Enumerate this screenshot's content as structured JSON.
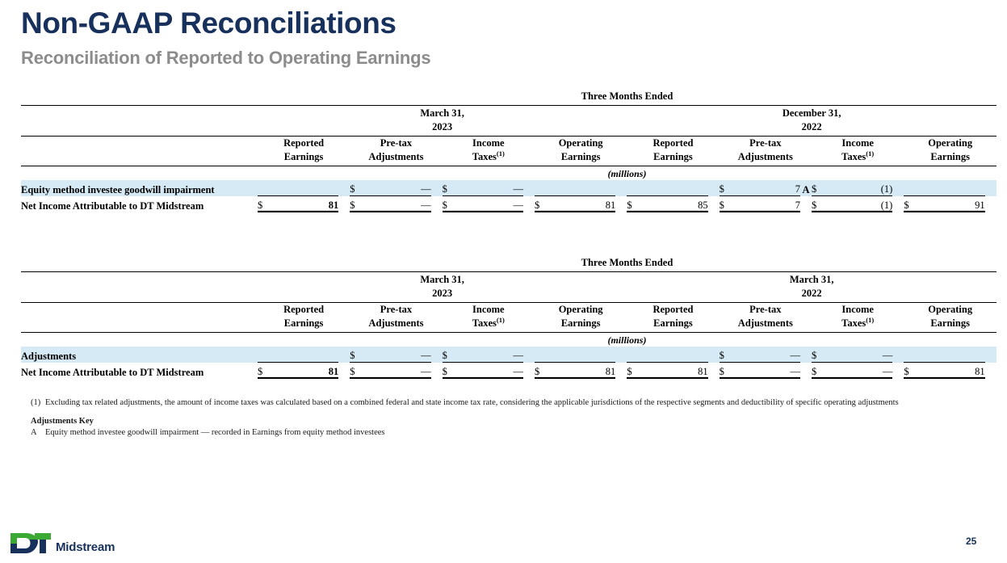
{
  "slide": {
    "title": "Non-GAAP Reconciliations",
    "subtitle": "Reconciliation of Reported to Operating Earnings",
    "page_number": "25",
    "title_color": "#17315c",
    "subtitle_color": "#8c8c8c",
    "highlight_color": "#d5eaf5"
  },
  "logo": {
    "letters": "DT",
    "word": "Midstream",
    "green": "#3aaa35",
    "navy": "#17315c"
  },
  "column_headers": {
    "reported_earnings": "Reported\nEarnings",
    "reported_line1": "Reported",
    "reported_line2": "Earnings",
    "pretax_line1": "Pre-tax",
    "pretax_line2": "Adjustments",
    "taxes_line1": "Income",
    "taxes_line2": "Taxes",
    "taxes_footnote": "(1)",
    "operating_line1": "Operating",
    "operating_line2": "Earnings",
    "units": "(millions)",
    "span_title": "Three Months Ended"
  },
  "table1": {
    "span_title": "Three Months Ended",
    "period_left_line1": "March 31,",
    "period_left_line2": "2023",
    "period_right_line1": "December 31,",
    "period_right_line2": "2022",
    "units": "(millions)",
    "rows": [
      {
        "label": "Equity method investee goodwill impairment",
        "highlight": true,
        "cells": [
          {
            "currency": "",
            "value": "",
            "key": ""
          },
          {
            "currency": "$",
            "value": "—",
            "key": ""
          },
          {
            "currency": "$",
            "value": "—",
            "key": ""
          },
          {
            "currency": "",
            "value": "",
            "key": ""
          },
          {
            "currency": "",
            "value": "",
            "key": ""
          },
          {
            "currency": "$",
            "value": "7",
            "key": "A"
          },
          {
            "currency": "$",
            "value": "(1)",
            "key": ""
          },
          {
            "currency": "",
            "value": "",
            "key": ""
          }
        ]
      },
      {
        "label": "Net Income Attributable to DT Midstream",
        "highlight": false,
        "total": true,
        "cells": [
          {
            "currency": "$",
            "value": "81",
            "key": "",
            "bold": true
          },
          {
            "currency": "$",
            "value": "—",
            "key": ""
          },
          {
            "currency": "$",
            "value": "—",
            "key": ""
          },
          {
            "currency": "$",
            "value": "81",
            "key": ""
          },
          {
            "currency": "$",
            "value": "85",
            "key": ""
          },
          {
            "currency": "$",
            "value": "7",
            "key": ""
          },
          {
            "currency": "$",
            "value": "(1)",
            "key": ""
          },
          {
            "currency": "$",
            "value": "91",
            "key": ""
          }
        ]
      }
    ]
  },
  "table2": {
    "span_title": "Three Months Ended",
    "period_left_line1": "March 31,",
    "period_left_line2": "2023",
    "period_right_line1": "March 31,",
    "period_right_line2": "2022",
    "units": "(millions)",
    "rows": [
      {
        "label": "Adjustments",
        "highlight": true,
        "cells": [
          {
            "currency": "",
            "value": "",
            "key": ""
          },
          {
            "currency": "$",
            "value": "—",
            "key": ""
          },
          {
            "currency": "$",
            "value": "—",
            "key": ""
          },
          {
            "currency": "",
            "value": "",
            "key": ""
          },
          {
            "currency": "",
            "value": "",
            "key": ""
          },
          {
            "currency": "$",
            "value": "—",
            "key": ""
          },
          {
            "currency": "$",
            "value": "—",
            "key": ""
          },
          {
            "currency": "",
            "value": "",
            "key": ""
          }
        ]
      },
      {
        "label": "Net Income Attributable to DT Midstream",
        "highlight": false,
        "total": true,
        "cells": [
          {
            "currency": "$",
            "value": "81",
            "key": "",
            "bold": true
          },
          {
            "currency": "$",
            "value": "—",
            "key": ""
          },
          {
            "currency": "$",
            "value": "—",
            "key": ""
          },
          {
            "currency": "$",
            "value": "81",
            "key": ""
          },
          {
            "currency": "$",
            "value": "81",
            "key": ""
          },
          {
            "currency": "$",
            "value": "—",
            "key": ""
          },
          {
            "currency": "$",
            "value": "—",
            "key": ""
          },
          {
            "currency": "$",
            "value": "81",
            "key": ""
          }
        ]
      }
    ]
  },
  "footnotes": {
    "note1_marker": "(1)",
    "note1_text": "Excluding tax related adjustments, the amount of income taxes was calculated based on a combined federal and state income tax rate, considering the applicable jurisdictions of the respective segments and deductibility of specific operating adjustments",
    "key_heading": "Adjustments Key",
    "key_marker": "A",
    "key_text": "Equity method investee goodwill impairment — recorded in Earnings from equity method investees"
  }
}
